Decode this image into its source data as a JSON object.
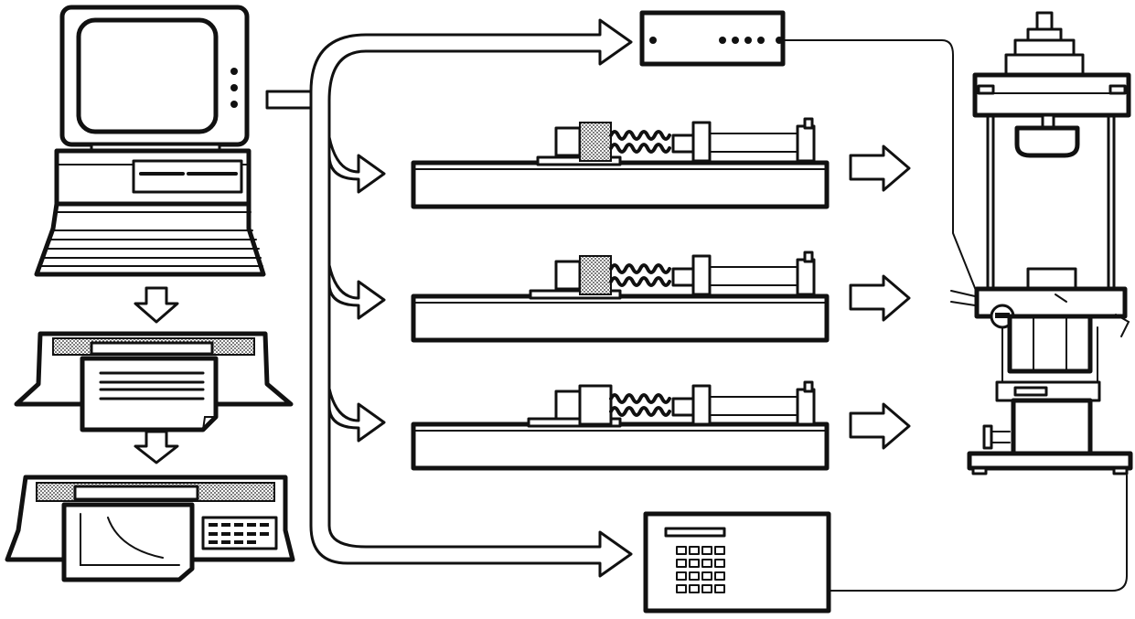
{
  "figure": {
    "type": "apparatus-schematic",
    "text_labels": []
  },
  "components": [
    {
      "id": "computer",
      "icon": "computer-terminal-icon"
    },
    {
      "id": "printer",
      "icon": "printer-icon"
    },
    {
      "id": "plotter",
      "icon": "xy-plotter-icon"
    },
    {
      "id": "signal-unit",
      "icon": "signal-interface-box-icon"
    },
    {
      "id": "syringe-pump-1",
      "icon": "syringe-pump-icon"
    },
    {
      "id": "syringe-pump-2",
      "icon": "syringe-pump-icon"
    },
    {
      "id": "syringe-pump-3",
      "icon": "syringe-pump-icon"
    },
    {
      "id": "keypad-unit",
      "icon": "keypad-controller-icon"
    },
    {
      "id": "test-cell",
      "icon": "triaxial-cell-frame-icon"
    }
  ],
  "colors": {
    "ink": "#111111",
    "paper": "#ffffff"
  }
}
